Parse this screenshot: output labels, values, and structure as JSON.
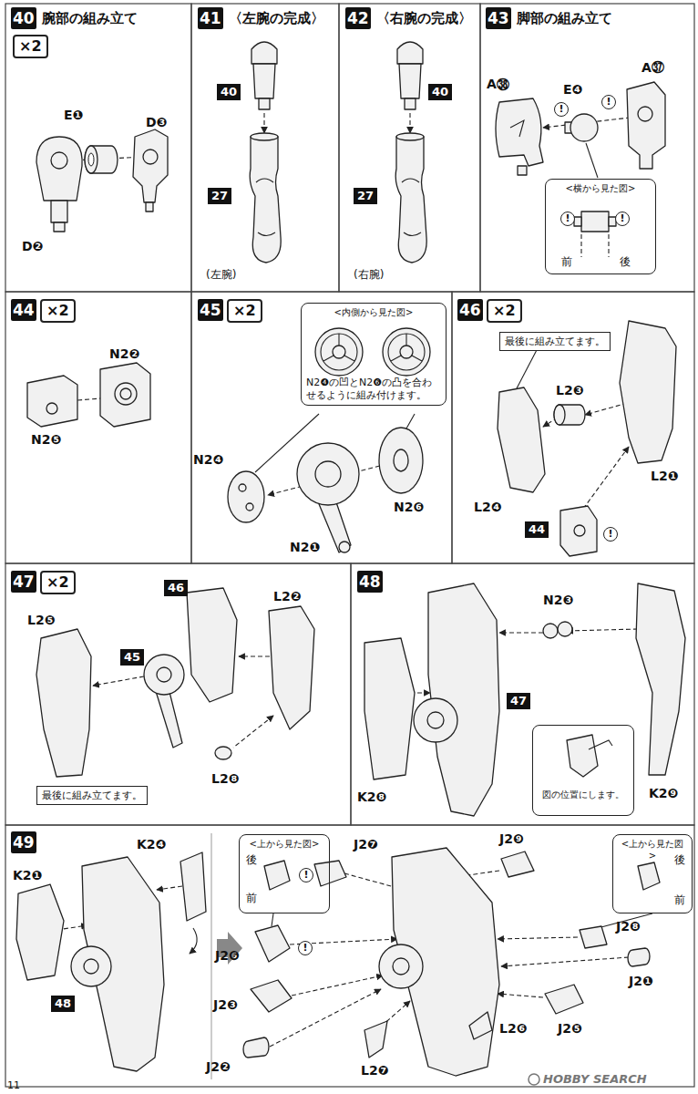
{
  "diagram": {
    "nodes": [
      {
        "text": [
          "40",
          "腕部の組み立て"
        ]
      },
      {
        "text": [
          "×2"
        ]
      },
      {
        "text": [
          "41",
          "〈左腕の完成〉"
        ]
      },
      {
        "text": [
          "40"
        ]
      },
      {
        "text": [
          "27"
        ]
      },
      {
        "text": [
          "42",
          "〈右腕の完成〉"
        ]
      },
      {
        "text": [
          "40"
        ]
      },
      {
        "text": [
          "27"
        ]
      },
      {
        "text": [
          "43",
          "脚部の組み立て"
        ]
      },
      {
        "text": [
          "<横から見た図>"
        ]
      },
      {
        "text": [
          "44"
        ]
      },
      {
        "text": [
          "×2"
        ]
      },
      {
        "text": [
          "45"
        ]
      },
      {
        "text": [
          "×2"
        ]
      },
      {
        "text": [
          "<内側から見た図>",
          "N2❹の凹とN2❻の凸を合わせるように組み付けます。"
        ]
      },
      {
        "text": [
          "46"
        ]
      },
      {
        "text": [
          "×2"
        ]
      },
      {
        "text": [
          "最後に組み立てます。"
        ]
      },
      {
        "text": [
          "44"
        ]
      },
      {
        "text": [
          "47"
        ]
      },
      {
        "text": [
          "×2"
        ]
      },
      {
        "text": [
          "46"
        ]
      },
      {
        "text": [
          "45"
        ]
      },
      {
        "text": [
          "最後に組み立てます。"
        ]
      },
      {
        "text": [
          "48"
        ]
      },
      {
        "text": [
          "47"
        ]
      },
      {
        "text": [
          "図の位置にします。"
        ]
      },
      {
        "text": [
          "49"
        ]
      },
      {
        "text": [
          "48"
        ]
      },
      {
        "text": [
          "<上から見た図>"
        ]
      },
      {
        "text": [
          "<上から見た図>"
        ]
      }
    ],
    "labels": [
      "E❶",
      "D❸",
      "D❷",
      "(左腕)",
      "(右腕)",
      "A㊳",
      "E❹",
      "!",
      "!",
      "A㊲",
      "!",
      "!",
      "前",
      "後",
      "N2❷",
      "N2❺",
      "N2❹",
      "N2❶",
      "N2❻",
      "L2❸",
      "L2❹",
      "L2❶",
      "!",
      "L2❷",
      "L2❺",
      "L2❽",
      "N2❸",
      "K2❽",
      "K2❾",
      "K2❶",
      "K2❹",
      "後",
      "!",
      "前",
      "J2❼",
      "J2❻",
      "!",
      "J2❸",
      "J2❷",
      "L2❼",
      "L2❻",
      "J2❺",
      "J2❶",
      "J2❽",
      "J2❾",
      "後",
      "前",
      "11",
      "HOBBY SEARCH"
    ]
  }
}
